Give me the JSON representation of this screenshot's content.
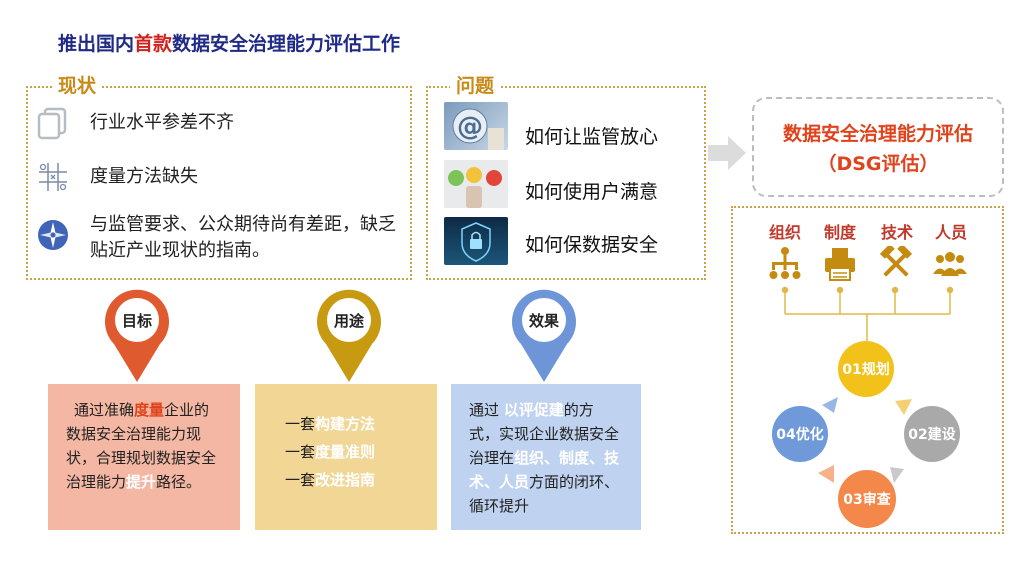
{
  "title": {
    "part1": "推出国内",
    "highlight": "首款",
    "part2": "数据安全治理能力评估工作"
  },
  "status": {
    "label": "现状",
    "items": [
      {
        "icon": "copy-icon",
        "text": "行业水平参差不齐"
      },
      {
        "icon": "tictactoe-icon",
        "text": "度量方法缺失"
      },
      {
        "icon": "compass-icon",
        "text": "与监管要求、公众期待尚有差距，缺乏贴近产业现状的指南。"
      }
    ]
  },
  "problems": {
    "label": "问题",
    "items": [
      {
        "icon": "at-sign-icon",
        "text": "如何让监管放心"
      },
      {
        "icon": "emoji-faces-icon",
        "text": "如何使用户满意"
      },
      {
        "icon": "lock-shield-icon",
        "text": "如何保数据安全"
      }
    ]
  },
  "pins": [
    {
      "label": "目标",
      "color": "#e05a30"
    },
    {
      "label": "用途",
      "color": "#c89a12"
    },
    {
      "label": "效果",
      "color": "#6d95d8"
    }
  ],
  "cards": {
    "goal": {
      "p1": "通过准确",
      "e1": "度量",
      "p2": "企业的数据安全治理能力现状，合理规划数据安全治理能力",
      "e2": "提升",
      "p3": "路径。"
    },
    "usage": {
      "prefix": "一套",
      "items": [
        "构建方法",
        "度量准则",
        "改进指南"
      ]
    },
    "effect": {
      "p1": "通过 ",
      "e1": "以评促建",
      "p2": "的方式，实现企业数据安全治理在",
      "e2": "组织、制度、技术、人员",
      "p3": "方面的闭环、循环提升"
    }
  },
  "dsg": {
    "line1": "数据安全治理能力评估",
    "line2": "（DSG评估）"
  },
  "categories": [
    {
      "label": "组织",
      "icon": "org-chart-icon"
    },
    {
      "label": "制度",
      "icon": "printer-icon"
    },
    {
      "label": "技术",
      "icon": "hammers-icon"
    },
    {
      "label": "人员",
      "icon": "people-icon"
    }
  ],
  "cycle": [
    {
      "label": "01规划",
      "color": "#f2c21b"
    },
    {
      "label": "02建设",
      "color": "#a9a9a9"
    },
    {
      "label": "03审查",
      "color": "#f4874a"
    },
    {
      "label": "04优化",
      "color": "#6f99d8"
    }
  ],
  "colors": {
    "accent_gold": "#c88a18",
    "title_blue": "#1f2a86",
    "highlight_red": "#d0231f"
  }
}
